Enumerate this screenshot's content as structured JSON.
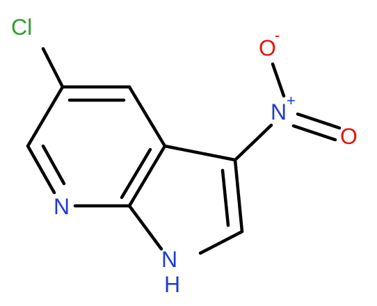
{
  "molecule": {
    "atoms": {
      "cl": {
        "symbol": "Cl",
        "color": "#2ca02c"
      },
      "n_pyridine": {
        "symbol": "N",
        "color": "#1f3ccc"
      },
      "nh": {
        "symbol": "N",
        "color": "#1f3ccc"
      },
      "h": {
        "symbol": "H",
        "color": "#1f3ccc"
      },
      "n_nitro": {
        "symbol": "N",
        "charge": "+",
        "color": "#1f3ccc"
      },
      "o_minus": {
        "symbol": "O",
        "charge": "-",
        "color": "#e8120c"
      },
      "o_double": {
        "symbol": "O",
        "color": "#e8120c"
      }
    }
  }
}
